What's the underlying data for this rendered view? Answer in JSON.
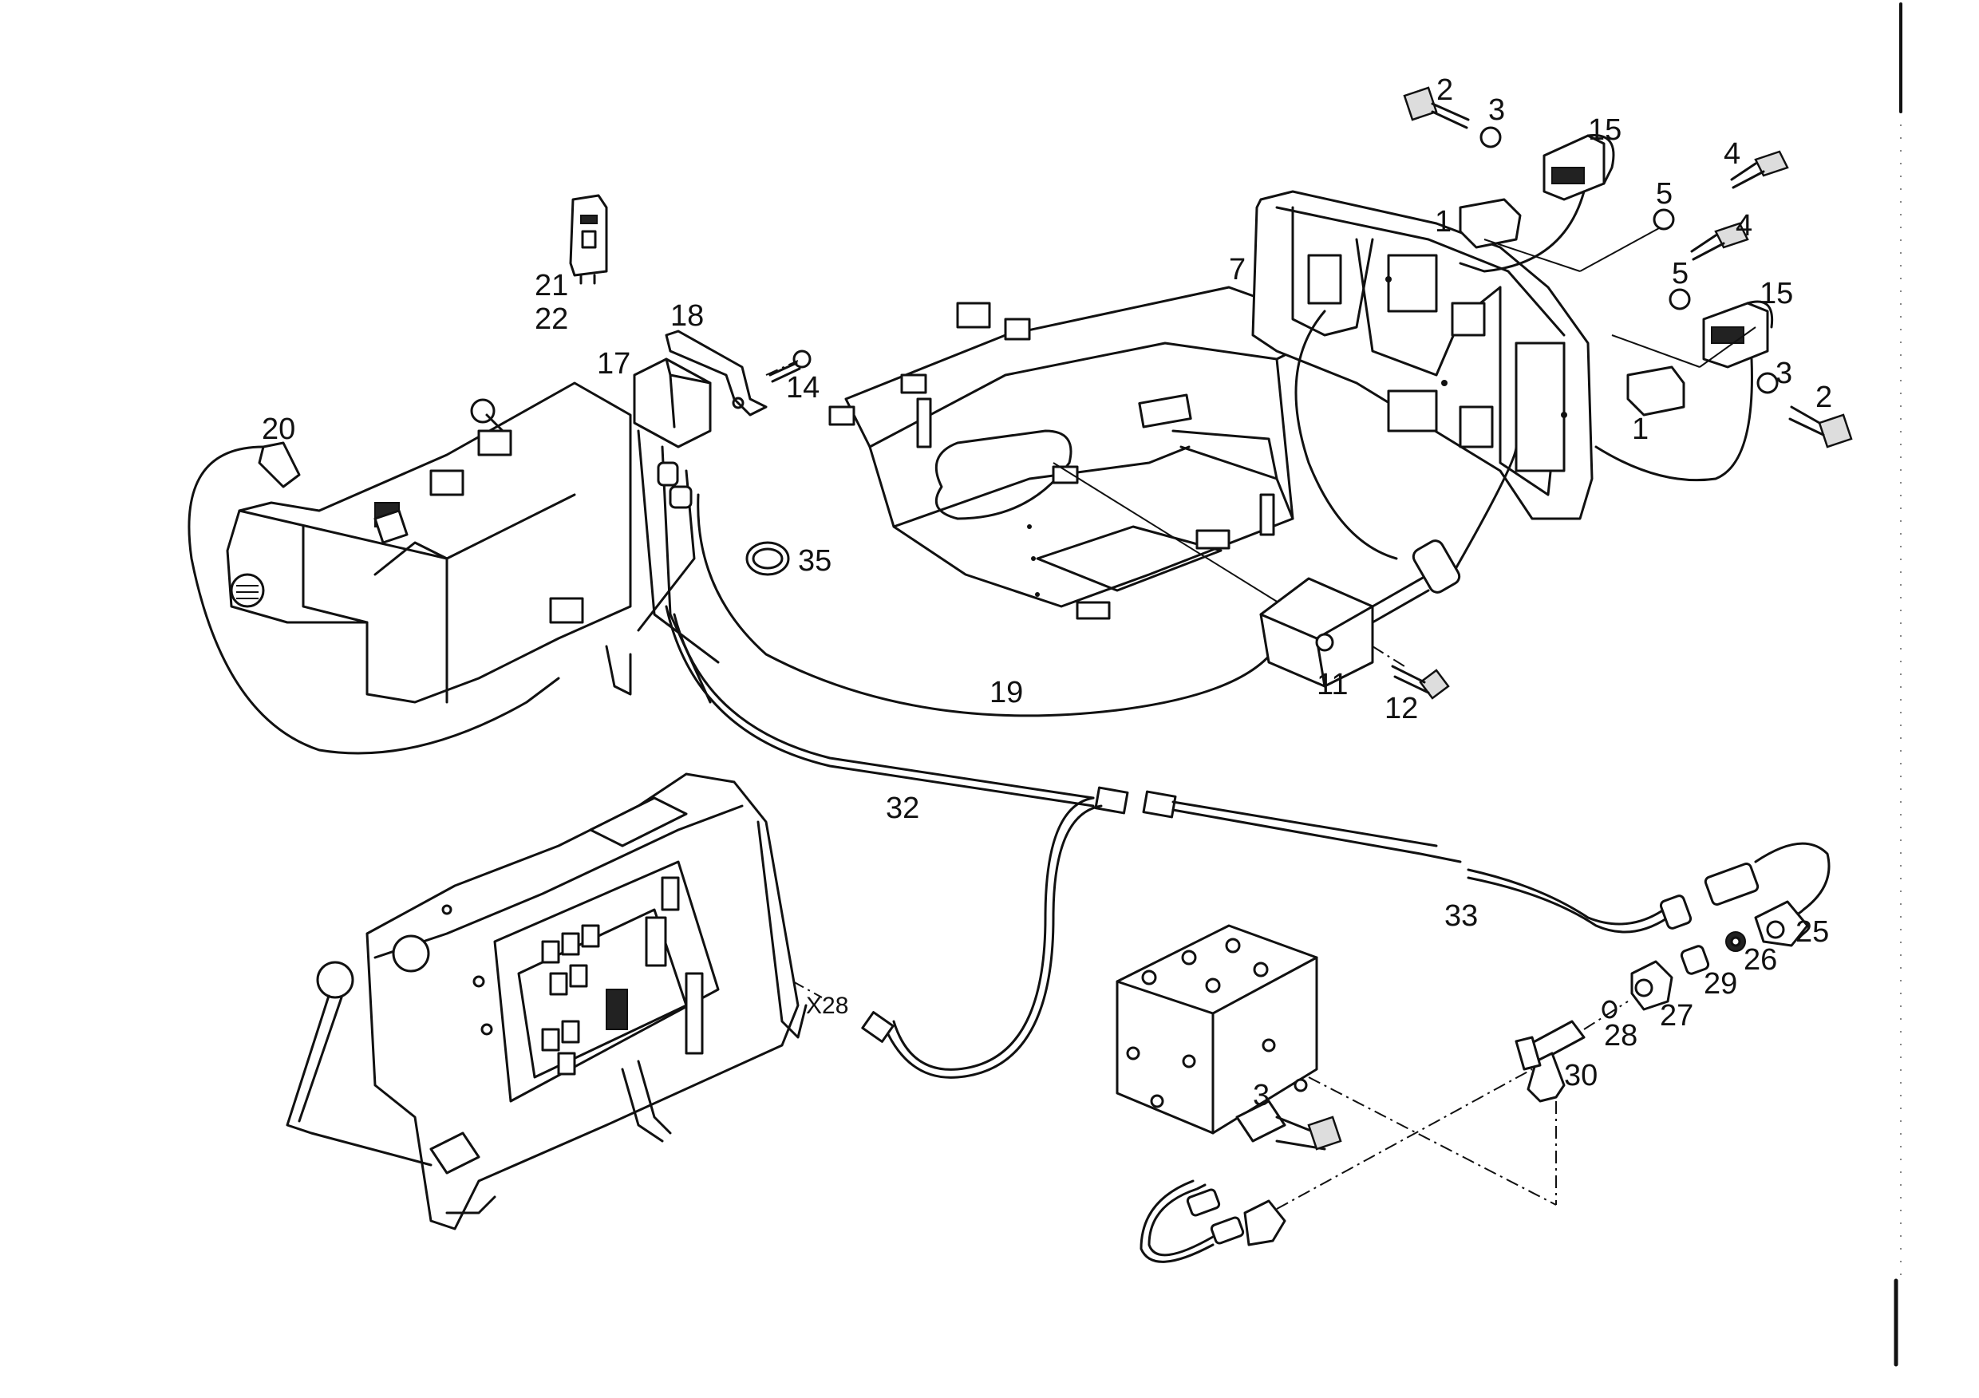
{
  "labels": [
    {
      "id": "p2a",
      "text": "2"
    },
    {
      "id": "p3a",
      "text": "3"
    },
    {
      "id": "p15a",
      "text": "15"
    },
    {
      "id": "p4a",
      "text": "4"
    },
    {
      "id": "p5a",
      "text": "5"
    },
    {
      "id": "p1a",
      "text": "1"
    },
    {
      "id": "p7",
      "text": "7"
    },
    {
      "id": "p4b",
      "text": "4"
    },
    {
      "id": "p5b",
      "text": "5"
    },
    {
      "id": "p15b",
      "text": "15"
    },
    {
      "id": "p3b",
      "text": "3"
    },
    {
      "id": "p2b",
      "text": "2"
    },
    {
      "id": "p1b",
      "text": "1"
    },
    {
      "id": "p21",
      "text": "21"
    },
    {
      "id": "p22",
      "text": "22"
    },
    {
      "id": "p18",
      "text": "18"
    },
    {
      "id": "p17",
      "text": "17"
    },
    {
      "id": "p14",
      "text": "14"
    },
    {
      "id": "p20",
      "text": "20"
    },
    {
      "id": "p35",
      "text": "35"
    },
    {
      "id": "p11",
      "text": "11"
    },
    {
      "id": "p12",
      "text": "12"
    },
    {
      "id": "p19",
      "text": "19"
    },
    {
      "id": "p32",
      "text": "32"
    },
    {
      "id": "p33",
      "text": "33"
    },
    {
      "id": "p25",
      "text": "25"
    },
    {
      "id": "p26",
      "text": "26"
    },
    {
      "id": "p29",
      "text": "29"
    },
    {
      "id": "p27",
      "text": "27"
    },
    {
      "id": "p28",
      "text": "28"
    },
    {
      "id": "p30",
      "text": "30"
    },
    {
      "id": "p3c",
      "text": "3"
    },
    {
      "id": "x28",
      "text": "X28"
    }
  ]
}
